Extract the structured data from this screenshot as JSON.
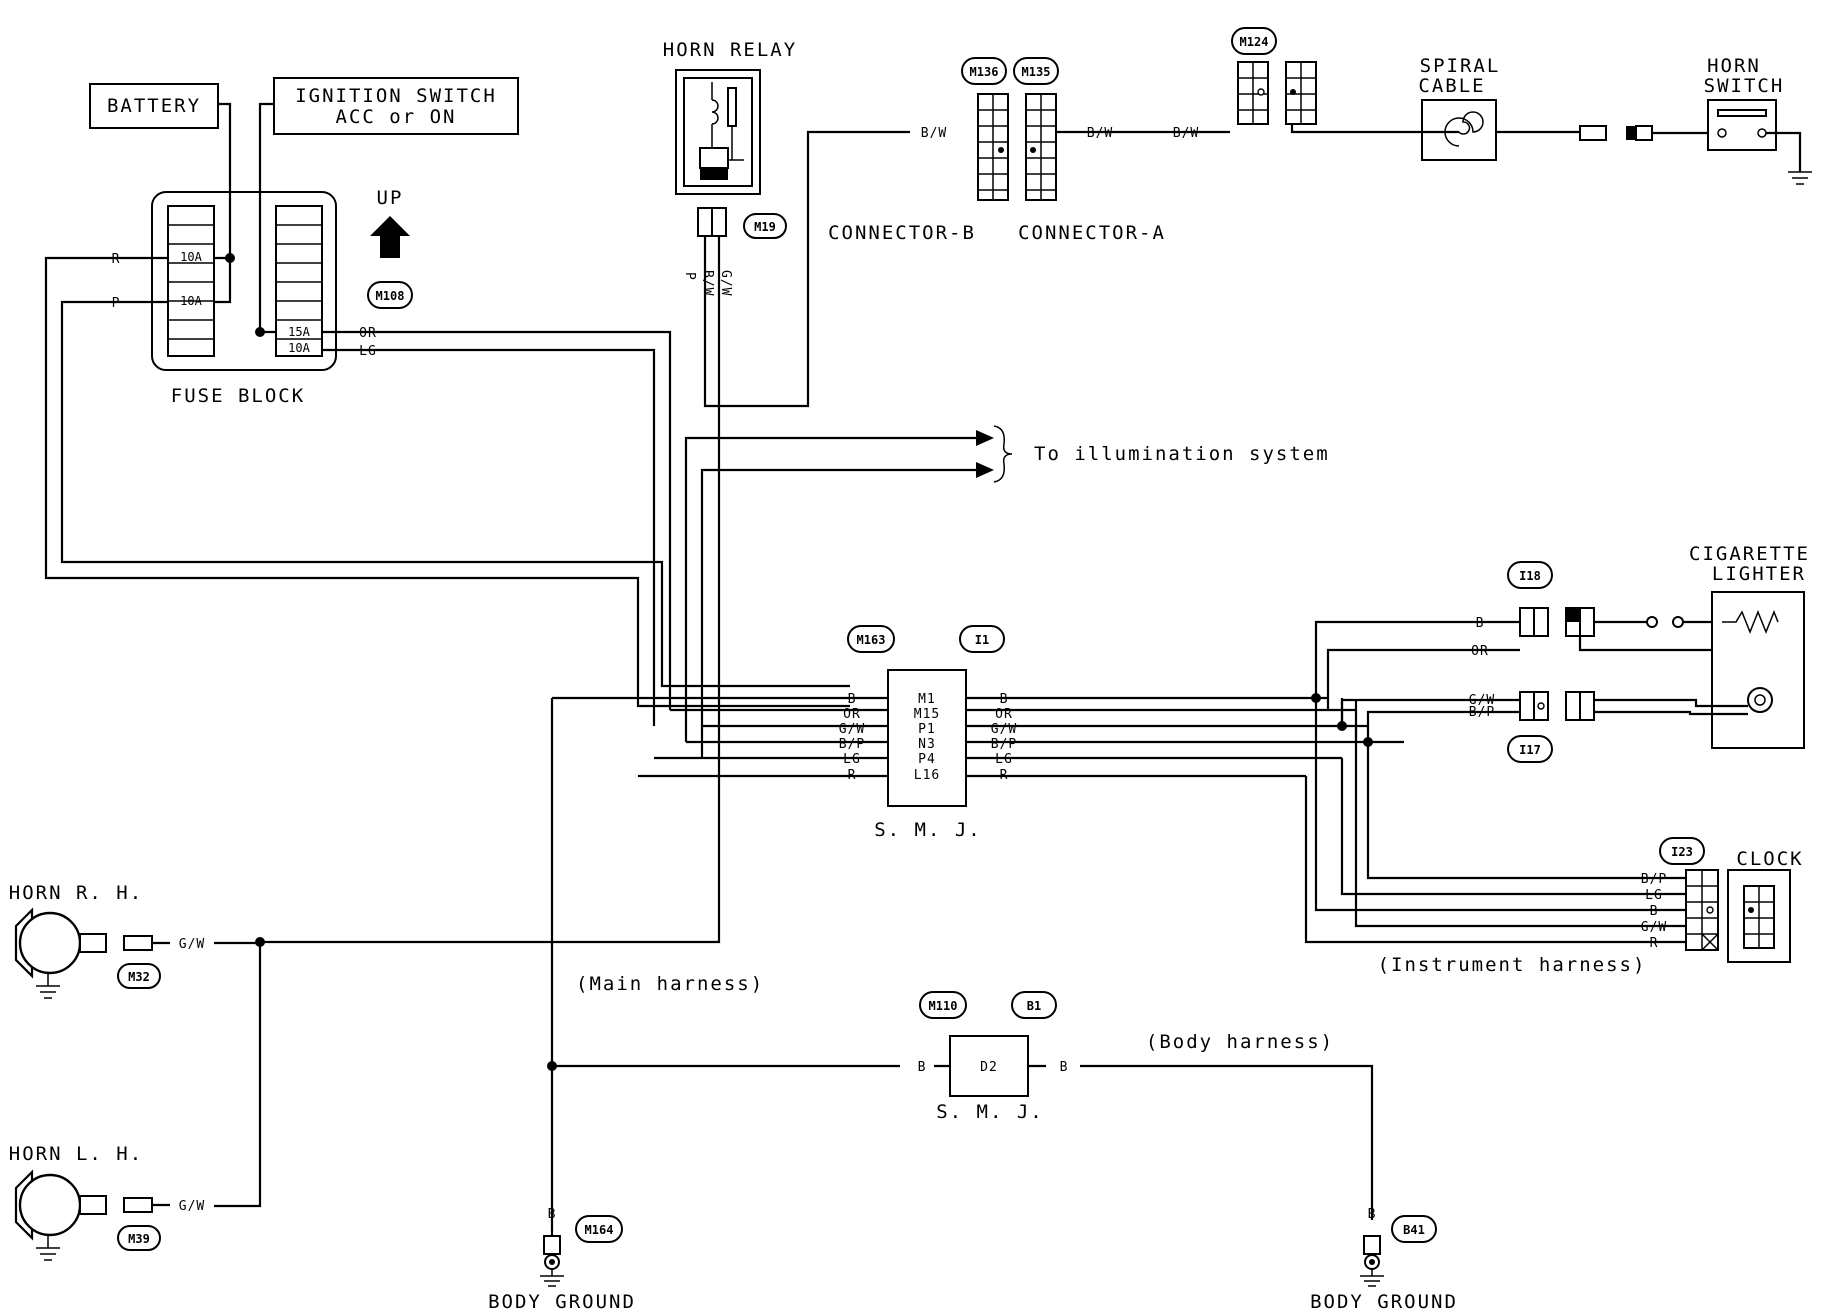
{
  "labels": {
    "battery": "BATTERY",
    "ignition_line1": "IGNITION SWITCH",
    "ignition_line2": "ACC or ON",
    "fuse_block": "FUSE BLOCK",
    "up": "UP",
    "horn_relay": "HORN RELAY",
    "connector_b": "CONNECTOR-B",
    "connector_a": "CONNECTOR-A",
    "spiral_line1": "SPIRAL",
    "spiral_line2": "CABLE",
    "horn_switch_line1": "HORN",
    "horn_switch_line2": "SWITCH",
    "illumination": "To illumination system",
    "cig_line1": "CIGARETTE",
    "cig_line2": "LIGHTER",
    "clock": "CLOCK",
    "smj": "S. M. J.",
    "horn_rh": "HORN R. H.",
    "horn_lh": "HORN L. H.",
    "main_harness": "(Main harness)",
    "body_harness": "(Body harness)",
    "instrument_harness": "(Instrument harness)",
    "body_ground": "BODY GROUND"
  },
  "connectors": {
    "m108": "M108",
    "m19": "M19",
    "m136": "M136",
    "m135": "M135",
    "m124": "M124",
    "m163": "M163",
    "i1": "I1",
    "i18": "I18",
    "i17": "I17",
    "i23": "I23",
    "m32": "M32",
    "m39": "M39",
    "m110": "M110",
    "b1": "B1",
    "m164": "M164",
    "b41": "B41"
  },
  "fuses": {
    "f1": "10A",
    "f2": "10A",
    "f3": "15A",
    "f4": "10A"
  },
  "smj_pins": {
    "left": [
      "B",
      "OR",
      "G/W",
      "B/P",
      "LG",
      "R"
    ],
    "mid": [
      "M1",
      "M15",
      "P1",
      "N3",
      "P4",
      "L16"
    ],
    "right": [
      "B",
      "OR",
      "G/W",
      "B/P",
      "LG",
      "R"
    ]
  },
  "smj2": {
    "left": "B",
    "mid": "D2",
    "right": "B"
  },
  "clock_pins": [
    "B/P",
    "LG",
    "B",
    "G/W",
    "R"
  ],
  "wires": {
    "r": "R",
    "p": "P",
    "or": "OR",
    "lg": "LG",
    "bw": "B/W",
    "gw": "G/W",
    "b": "B",
    "bp": "B/P"
  }
}
